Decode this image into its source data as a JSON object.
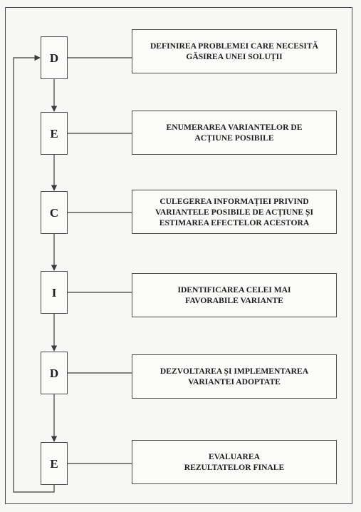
{
  "steps": [
    {
      "letter": "D",
      "text": "DEFINIREA PROBLEMEI CARE NECESITĂ\nGĂSIREA UNEI SOLUȚII"
    },
    {
      "letter": "E",
      "text": "ENUMERAREA VARIANTELOR DE\nACȚIUNE POSIBILE"
    },
    {
      "letter": "C",
      "text": "CULEGEREA INFORMAȚIEI PRIVIND\nVARIANTELE POSIBILE DE ACȚIUNE ȘI\nESTIMAREA EFECTELOR ACESTORA"
    },
    {
      "letter": "I",
      "text": "IDENTIFICAREA CELEI MAI\nFAVORABILE VARIANTE"
    },
    {
      "letter": "D",
      "text": "DEZVOLTAREA ȘI IMPLEMENTAREA\nVARIANTEI ADOPTATE"
    },
    {
      "letter": "E",
      "text": "EVALUAREA\nREZULTATELOR FINALE"
    }
  ]
}
